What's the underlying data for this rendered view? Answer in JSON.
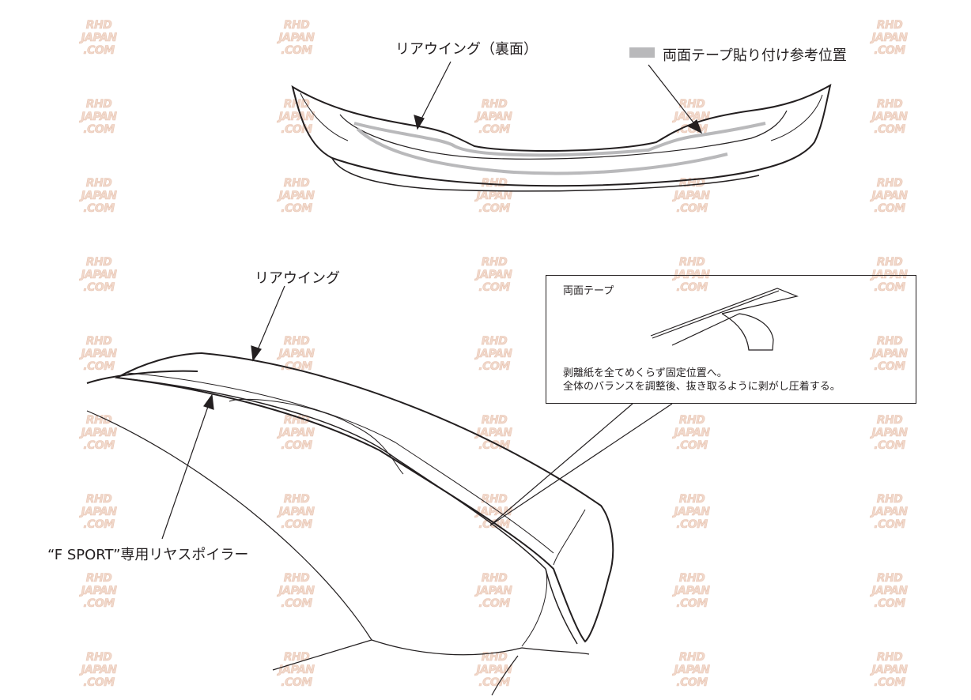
{
  "labels": {
    "rear_wing_underside": "リアウイング（裏面）",
    "tape_position_legend": "両面テープ貼り付け参考位置",
    "rear_wing": "リアウイング",
    "f_sport_spoiler": "“F SPORT”専用リヤスポイラー"
  },
  "inset": {
    "title": "両面テープ",
    "instruction_line1": "剥離紙を全てめくらず固定位置へ。",
    "instruction_line2": "全体のバランスを調整後、抜き取るように剥がし圧着する。"
  },
  "watermark": {
    "line1": "RHD",
    "line2": "JAPAN",
    "line3": ".COM"
  },
  "colors": {
    "line": "#231f20",
    "tape": "#b9b9bb",
    "watermark": "#f1d9cc"
  }
}
